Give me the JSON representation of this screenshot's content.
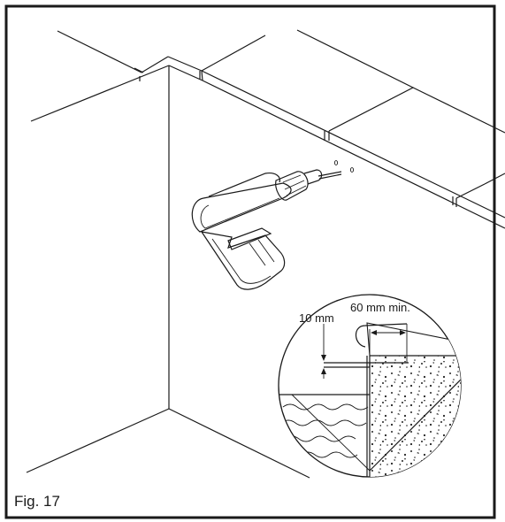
{
  "figure": {
    "caption": "Fig. 17",
    "dimension_depth": "10 mm",
    "dimension_edge": "60 mm min."
  }
}
